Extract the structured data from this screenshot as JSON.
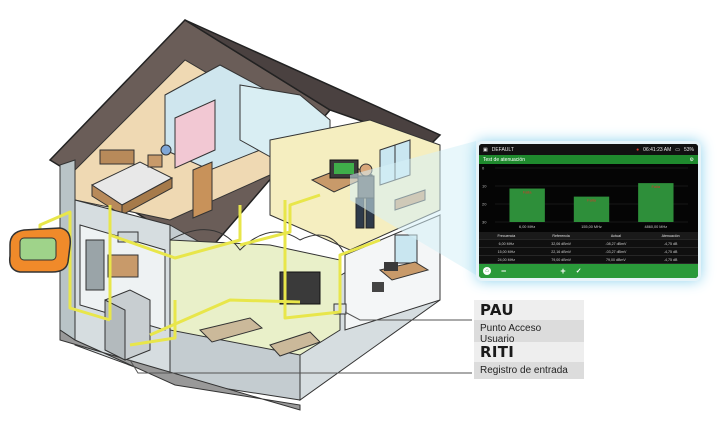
{
  "callouts": {
    "pau": {
      "title": "PAU",
      "subtitle": "Punto Acceso Usuario"
    },
    "riti": {
      "title": "RITI",
      "subtitle": "Registro de entrada"
    }
  },
  "device_screen": {
    "status_profile": "DEFAULT",
    "status_time": "06:41:23 AM",
    "status_battery": "53%",
    "header_title": "Test de atenuación",
    "chart_y_ticks": [
      "0",
      "10",
      "20",
      "30"
    ],
    "bar_labels": [
      "Falla",
      "Falla",
      "Falla"
    ],
    "bar_x_labels": [
      "6,00 MHz",
      "155,00 MHz",
      "4860,00 MHz"
    ],
    "table_headers": [
      "Frecuencia",
      "Referencia",
      "Actual",
      "Atenuación"
    ],
    "table_rows": [
      [
        "6,00 MHz",
        "32,06 dBmV",
        "-08,27 dBmV",
        "-4,75 dB"
      ],
      [
        "15,00 MHz",
        "22,16 dBmV",
        "-03,27 dBmV",
        "-4,75 dB"
      ],
      [
        "24,00 MHz",
        "79,00 dBmV",
        "79,00 dBmV",
        "-4,75 dB"
      ]
    ],
    "bar_values": [
      0.62,
      0.47,
      0.72
    ],
    "bottom_icons": [
      "home-icon",
      "minus-icon",
      "plus-icon",
      "check-icon"
    ]
  },
  "colors": {
    "cable": "#e8e64a",
    "bar_green": "#2e8f3a",
    "accent_green": "#2a9a3a",
    "fault_red": "#d43a2a"
  }
}
